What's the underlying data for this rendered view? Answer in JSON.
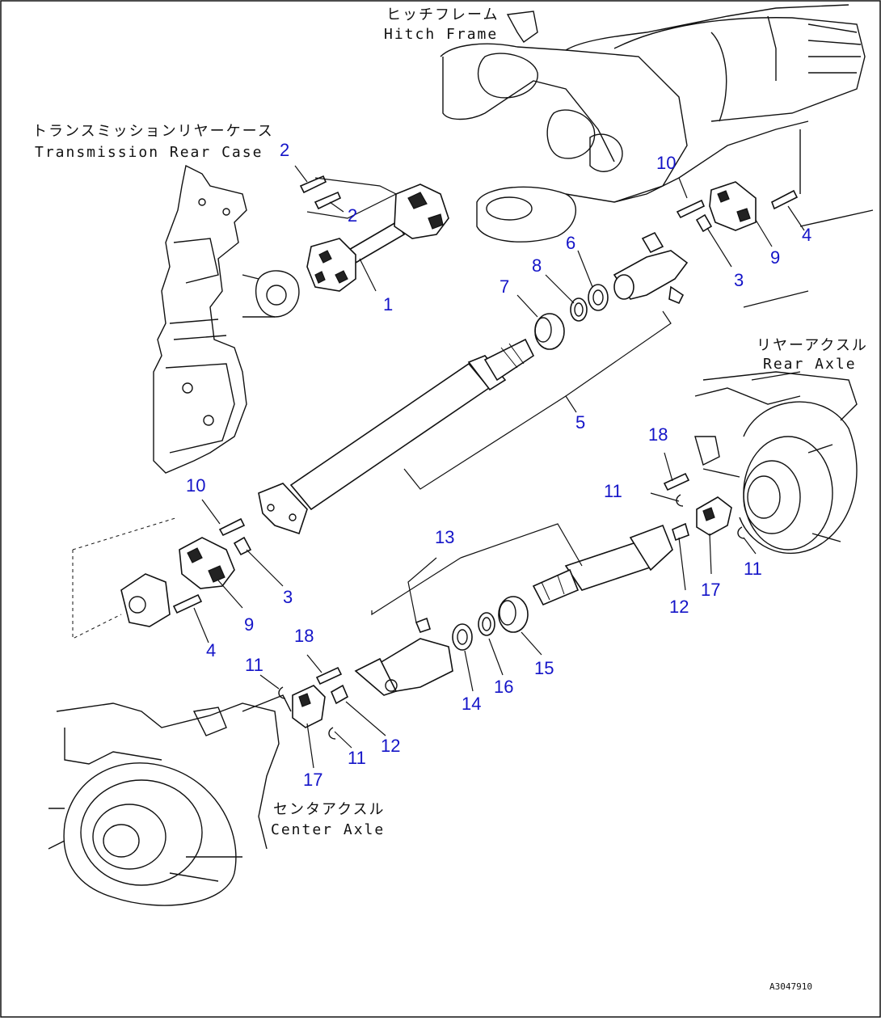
{
  "labels": {
    "hitch_frame_jp": "ヒッチフレーム",
    "hitch_frame_en": "Hitch Frame",
    "transmission_jp": "トランスミッションリヤーケース",
    "transmission_en": "Transmission Rear Case",
    "rear_axle_jp": "リヤーアクスル",
    "rear_axle_en": "Rear Axle",
    "center_axle_jp": "センタアクスル",
    "center_axle_en": "Center Axle"
  },
  "callouts": {
    "c1": "1",
    "c2a": "2",
    "c2b": "2",
    "c3a": "3",
    "c3b": "3",
    "c4a": "4",
    "c4b": "4",
    "c5": "5",
    "c6": "6",
    "c7": "7",
    "c8": "8",
    "c9a": "9",
    "c9b": "9",
    "c10a": "10",
    "c10b": "10",
    "c11a": "11",
    "c11b": "11",
    "c11c": "11",
    "c11d": "11",
    "c12a": "12",
    "c12b": "12",
    "c13": "13",
    "c14": "14",
    "c15": "15",
    "c16": "16",
    "c17a": "17",
    "c17b": "17",
    "c18a": "18",
    "c18b": "18"
  },
  "drawing_code": "A3047910",
  "colors": {
    "callout": "#1414c8",
    "line": "#111111"
  }
}
